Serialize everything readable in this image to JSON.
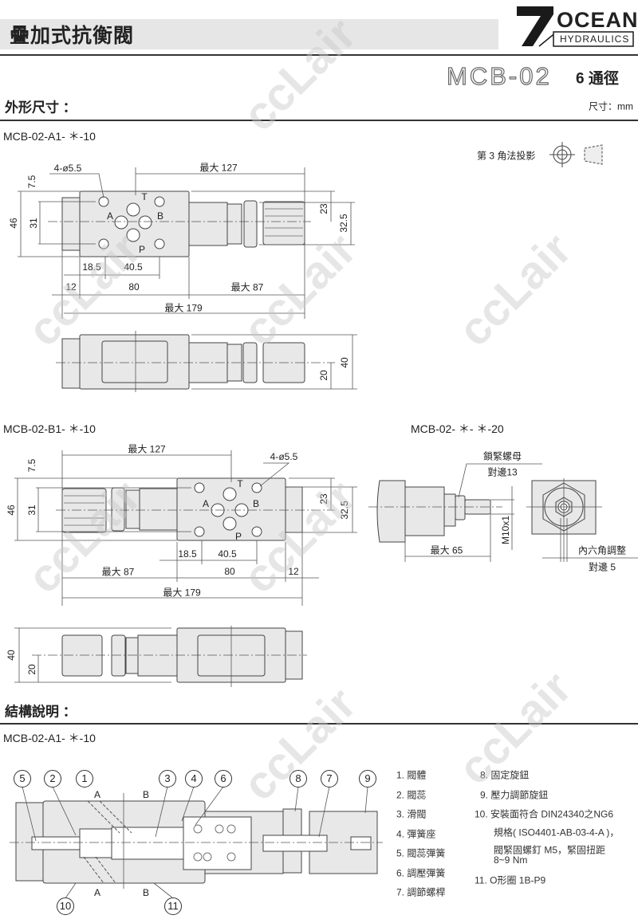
{
  "header": {
    "title": "疊加式抗衡閥",
    "logo_top": "OCEAN",
    "logo_bottom": "HYDRAULICS",
    "model": "MCB-02",
    "diameter": "6 通徑"
  },
  "outline": {
    "heading": "外形尺寸 ：",
    "unit": "尺寸：mm",
    "projection": "第 3 角法投影",
    "a1": {
      "label": "MCB-02-A1- ＊-10",
      "holes": "4-ø5.5",
      "max127": "最大 127",
      "d7_5": "7.5",
      "d46": "46",
      "d31": "31",
      "d23": "23",
      "d32_5": "32.5",
      "d18_5": "18.5",
      "d40_5": "40.5",
      "d12": "12",
      "d80": "80",
      "max87": "最大 87",
      "max179": "最大 179",
      "d20": "20",
      "d40": "40",
      "port_t": "T",
      "port_a": "A",
      "port_b": "B",
      "port_p": "P"
    },
    "b1": {
      "label": "MCB-02-B1- ＊-10",
      "holes": "4-ø5.5",
      "max127": "最大 127",
      "d7_5": "7.5",
      "d46": "46",
      "d31": "31",
      "d23": "23",
      "d32_5": "32.5",
      "d18_5": "18.5",
      "d40_5": "40.5",
      "d12": "12",
      "d80": "80",
      "max87": "最大 87",
      "max179": "最大 179",
      "d20": "20",
      "d40": "40",
      "port_t": "T",
      "port_a": "A",
      "port_b": "B",
      "port_p": "P"
    },
    "v20": {
      "label": "MCB-02- ＊- ＊-20",
      "lock_nut": "鎖緊螺母",
      "across13": "對邊13",
      "max65": "最大 65",
      "thread": "M10x1",
      "hex_adjust": "內六角調整",
      "across5": "對邊 5"
    }
  },
  "structure": {
    "heading": "結構說明 ：",
    "label": "MCB-02-A1- ＊-10",
    "balloons": [
      "5",
      "2",
      "1",
      "3",
      "4",
      "6",
      "8",
      "7",
      "9",
      "10",
      "11"
    ],
    "port_a": "A",
    "port_b": "B",
    "parts_left": [
      "1. 閥體",
      "2. 閥蕊",
      "3. 滑閥",
      "4. 彈簧座",
      "5. 閥蕊彈簧",
      "6. 調壓彈簧",
      "7. 調節螺桿"
    ],
    "parts_right": [
      "8. 固定旋鈕",
      "9. 壓力調節旋鈕",
      "10. 安裝面符合 DIN24340之NG6",
      "規格( ISO4401-AB-03-4-A )，",
      "閥緊固螺釘 M5，緊固扭距",
      "8~9 Nm",
      "11. O形圈 1B-P9"
    ]
  },
  "watermark": "ccLair"
}
